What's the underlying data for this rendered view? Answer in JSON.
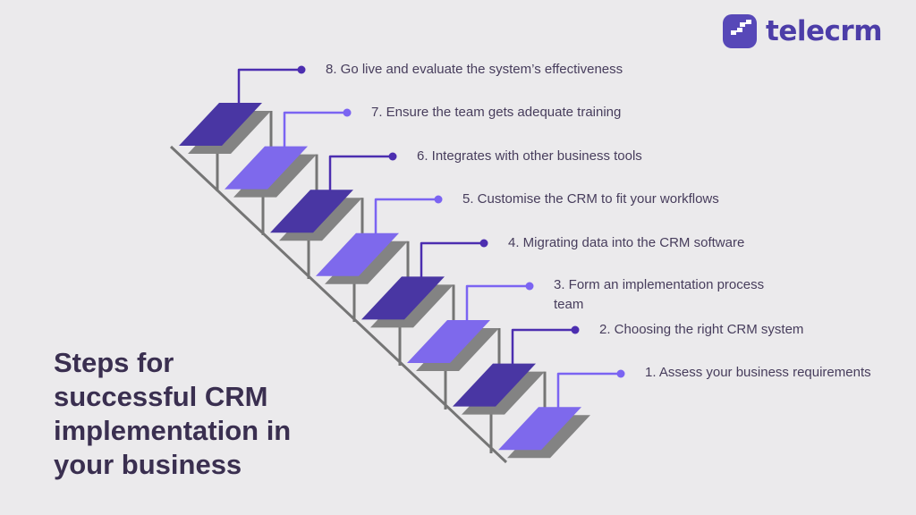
{
  "background": "#ebeaec",
  "logo": {
    "text": "telecrm",
    "icon": "stairs-arrow-icon"
  },
  "title": {
    "text": "Steps for\nsuccessful CRM\nimplementation in\nyour business"
  },
  "steps": [
    {
      "number": 8,
      "label": "8. Go live and evaluate the system’s effectiveness",
      "variant": "dark"
    },
    {
      "number": 7,
      "label": "7. Ensure the team gets adequate training",
      "variant": "light"
    },
    {
      "number": 6,
      "label": "6. Integrates with other business tools",
      "variant": "dark"
    },
    {
      "number": 5,
      "label": "5. Customise the CRM to fit your workflows",
      "variant": "light"
    },
    {
      "number": 4,
      "label": "4. Migrating data into the CRM software",
      "variant": "dark"
    },
    {
      "number": 3,
      "label": "3. Form an implementation process team",
      "variant": "light"
    },
    {
      "number": 2,
      "label": "2. Choosing the right CRM system",
      "variant": "dark"
    },
    {
      "number": 1,
      "label": "1. Assess your business requirements",
      "variant": "light"
    }
  ],
  "colors": {
    "background": "#ebeaec",
    "step_dark": "#4936a3",
    "step_light": "#7e69ec",
    "connector_dark": "#4c2eb0",
    "connector_light": "#7b64f2",
    "shadow_gray": "#838383",
    "frame_gray": "#757575",
    "title_text": "#3a2f50",
    "label_text": "#473d5c",
    "logo_icon": "#5748b8",
    "logo_text": "#4c3da8"
  }
}
